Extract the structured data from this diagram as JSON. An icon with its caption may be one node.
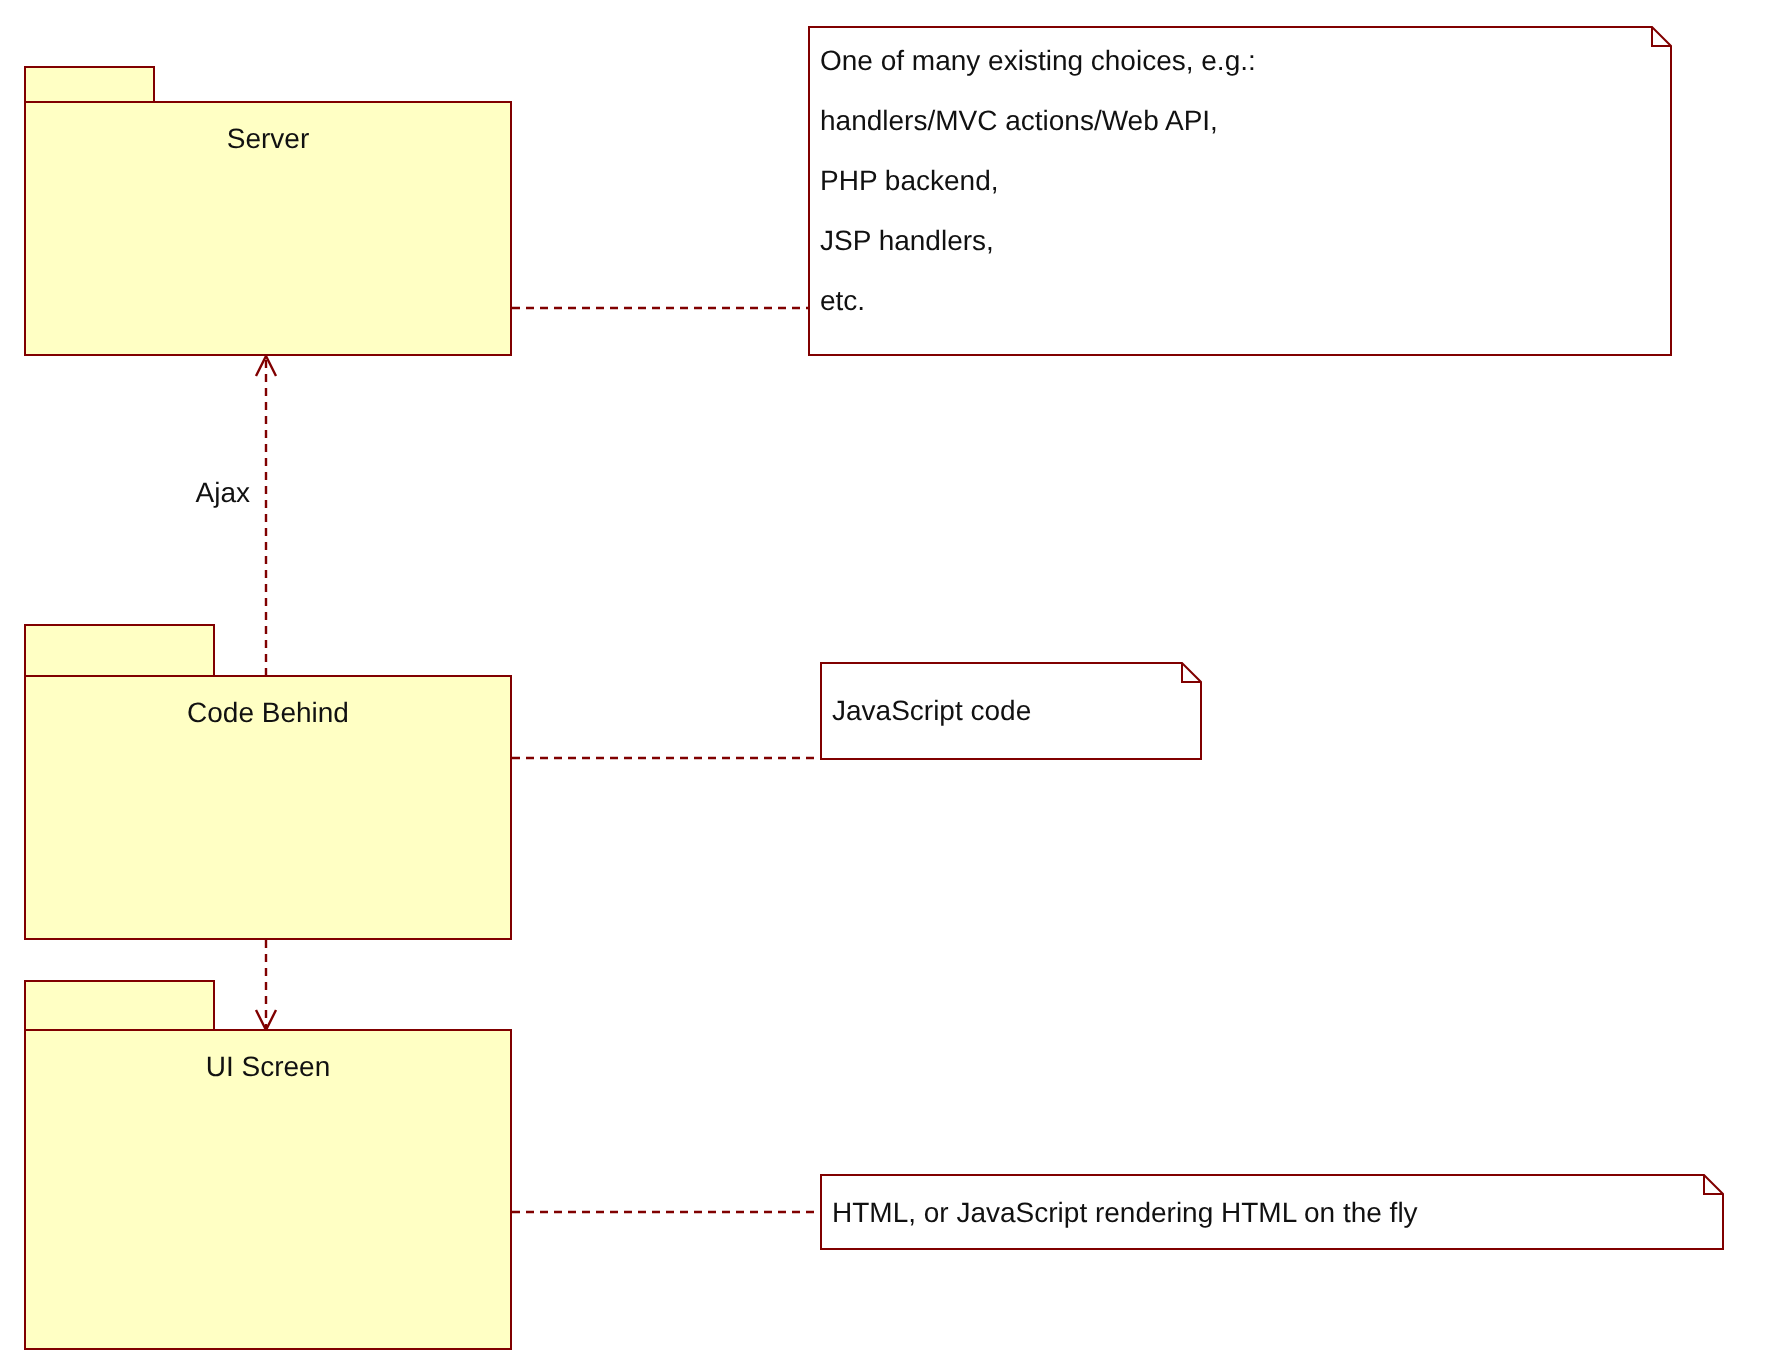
{
  "diagram": {
    "nodes": [
      {
        "text": [
          "Server"
        ]
      },
      {
        "text": [
          "One of many existing choices, e.g.:",
          "handlers/MVC actions/Web API,",
          "PHP backend,",
          "JSP handlers,",
          "etc."
        ]
      },
      {
        "text": [
          "Code Behind"
        ]
      },
      {
        "text": [
          "JavaScript code"
        ]
      },
      {
        "text": [
          "UI Screen"
        ]
      },
      {
        "text": [
          "HTML, or JavaScript rendering HTML on the fly"
        ]
      }
    ],
    "edges": [
      {
        "from": 0,
        "to": 1,
        "arrow": "none",
        "style": "dashed"
      },
      {
        "from": 2,
        "to": 0,
        "arrow": "to",
        "label": "Ajax",
        "style": "dashed"
      },
      {
        "from": 2,
        "to": 3,
        "arrow": "none",
        "style": "dashed"
      },
      {
        "from": 2,
        "to": 4,
        "arrow": "to",
        "style": "dashed"
      },
      {
        "from": 4,
        "to": 5,
        "arrow": "none",
        "style": "dashed"
      }
    ]
  }
}
